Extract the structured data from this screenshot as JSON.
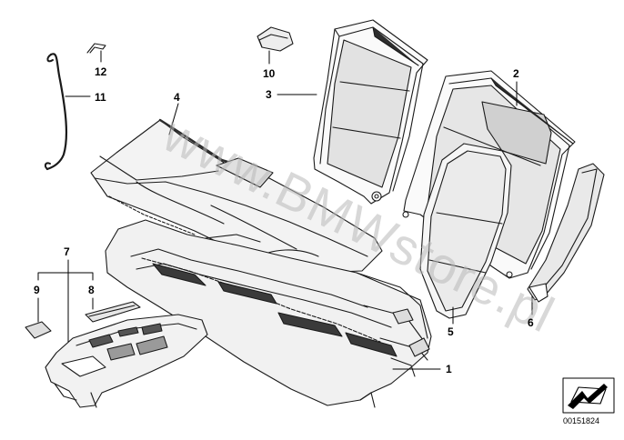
{
  "watermark": "www.BMWstore.pl",
  "diagram_code": "00151824",
  "colors": {
    "line": "#1a1a1a",
    "seat_dark": "#3a3a3a",
    "seat_light": "#f4f4f4",
    "watermark": "#b9b9b9"
  },
  "parts": [
    {
      "id": "p1",
      "number": "1"
    },
    {
      "id": "p2",
      "number": "2"
    },
    {
      "id": "p3",
      "number": "3"
    },
    {
      "id": "p4",
      "number": "4"
    },
    {
      "id": "p5",
      "number": "5"
    },
    {
      "id": "p6",
      "number": "6"
    },
    {
      "id": "p7",
      "number": "7"
    },
    {
      "id": "p8",
      "number": "8"
    },
    {
      "id": "p9",
      "number": "9"
    },
    {
      "id": "p10",
      "number": "10"
    },
    {
      "id": "p11",
      "number": "11"
    },
    {
      "id": "p12",
      "number": "12"
    }
  ]
}
